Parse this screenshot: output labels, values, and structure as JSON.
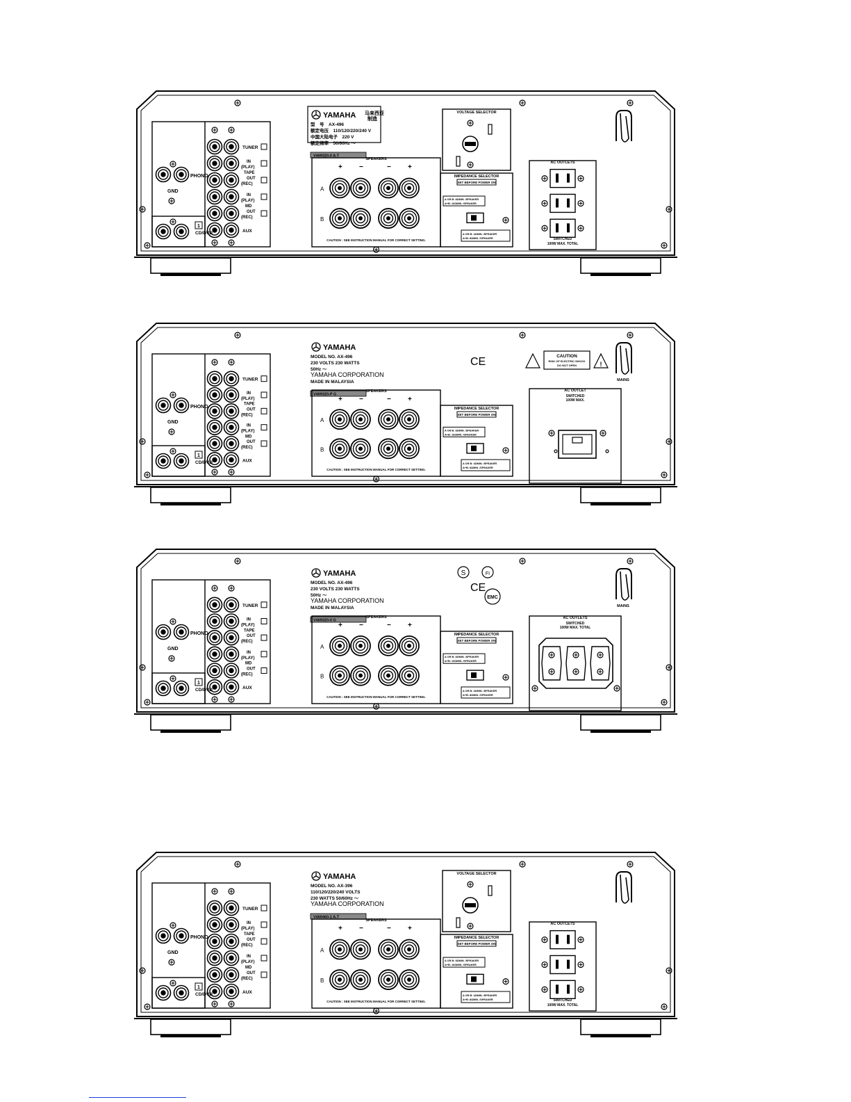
{
  "panels": [
    {
      "id": "p1",
      "brand": "YAMAHA",
      "badge_lines": [
        "马来西亚",
        "制造"
      ],
      "label_lines": [
        "型　号　AX-496",
        "额定电压　110/120/220/240 V",
        "中国大陆电子　220 V",
        "额定频率　50/60Hz ～"
      ],
      "serial": "V469320-0 A.T",
      "voltage_selector": "VOLTAGE SELECTOR",
      "ac_title": "AC OUTLETS",
      "ac_note": [
        "SWITCHED",
        "100W MAX. TOTAL"
      ],
      "mains": ""
    },
    {
      "id": "p2",
      "brand": "YAMAHA",
      "label_lines": [
        "MODEL NO.  AX-496",
        "230 VOLTS   230 WATTS",
        "50Hz ～",
        "YAMAHA CORPORATION",
        "MADE IN MALAYSIA"
      ],
      "serial": "V469320-P G",
      "ce": "CE",
      "caution_box": [
        "CAUTION",
        "RISK OF ELECTRIC SHOCK",
        "DO NOT OPEN"
      ],
      "ac_title": "AC OUTLET",
      "ac_note": [
        "SWITCHED",
        "100W MAX."
      ],
      "mains": "MAINS"
    },
    {
      "id": "p3",
      "brand": "YAMAHA",
      "label_lines": [
        "MODEL NO.  AX-496",
        "230 VOLTS   230 WATTS",
        "50Hz ～",
        "YAMAHA CORPORATION",
        "MADE IN MALAYSIA"
      ],
      "serial": "V469320-0 G",
      "ce": "CE",
      "marks": [
        "S",
        "FI",
        "EMC"
      ],
      "ac_title": "AC OUTLETS",
      "ac_note": [
        "SWITCHED",
        "100W MAX. TOTAL"
      ],
      "mains": "MAINS"
    },
    {
      "id": "p4",
      "brand": "YAMAHA",
      "label_lines": [
        "MODEL NO.  AX-396",
        "110/120/220/240 VOLTS",
        "230 WATTS  50/60Hz ～",
        "YAMAHA CORPORATION"
      ],
      "serial": "V469460-1 A.T",
      "voltage_selector": "VOLTAGE SELECTOR",
      "ac_title": "AC OUTLETS",
      "ac_note": [
        "SWITCHED",
        "100W MAX. TOTAL"
      ],
      "mains": ""
    }
  ],
  "inputs": {
    "phono": "PHONO",
    "gnd": "GND",
    "tuner": "TUNER",
    "in_play": [
      "IN",
      "(PLAY)"
    ],
    "tape": "TAPE",
    "out_rec": [
      "OUT",
      "(REC)"
    ],
    "md": "MD",
    "aux": "AUX",
    "cd_dvd": "CD/DVD",
    "one": "1"
  },
  "speakers": {
    "title": "SPEAKERS",
    "row_a": "A",
    "row_b": "B",
    "plus": "+",
    "minus": "−",
    "caution": "CAUTION : SEE INSTRUCTION MANUAL FOR CORRECT SETTING."
  },
  "impedance": {
    "title": "IMPEDANCE SELECTOR",
    "set_before": "SET BEFORE POWER ON",
    "upper": [
      "A OR B: 8ΩMIN. /SPEAKER",
      "A+B: 16ΩMIN. /SPEAKER"
    ],
    "lower": [
      "A OR B: 4ΩMIN. /SPEAKER",
      "A+B: 8ΩMIN. /SPEAKER"
    ]
  }
}
